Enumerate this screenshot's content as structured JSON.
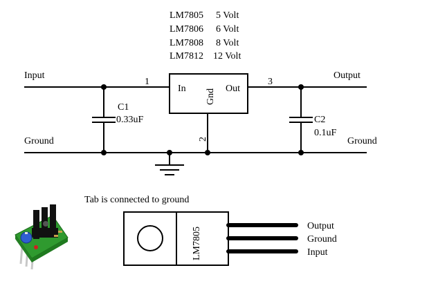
{
  "colors": {
    "ink": "#000000",
    "background": "#ffffff",
    "pcb_green": "#2f9a2f",
    "heatsink_black": "#111111",
    "capacitor_blue": "#2f5fd0",
    "pin_silver": "#c8c8c8",
    "led_red": "#d02020"
  },
  "regulator_table": [
    {
      "part": "LM7805",
      "voltage": "5 Volt"
    },
    {
      "part": "LM7806",
      "voltage": "6 Volt"
    },
    {
      "part": "LM7808",
      "voltage": "8 Volt"
    },
    {
      "part": "LM7812",
      "voltage": "12 Volt"
    }
  ],
  "schematic": {
    "input_label": "Input",
    "output_label": "Output",
    "ground_left_label": "Ground",
    "ground_right_label": "Ground",
    "pin1_number": "1",
    "pin2_number": "2",
    "pin3_number": "3",
    "pin_in_label": "In",
    "pin_gnd_label": "Gnd",
    "pin_out_label": "Out",
    "c1_name": "C1",
    "c1_value": "0.33uF",
    "c2_name": "C2",
    "c2_value": "0.1uF",
    "ground_symbol_icon": "ground-icon"
  },
  "package": {
    "caption": "Tab is connected to ground",
    "part_label": "LM7805",
    "leads": [
      "Output",
      "Ground",
      "Input"
    ]
  },
  "photo": {
    "icon": "regulator-board-icon"
  }
}
